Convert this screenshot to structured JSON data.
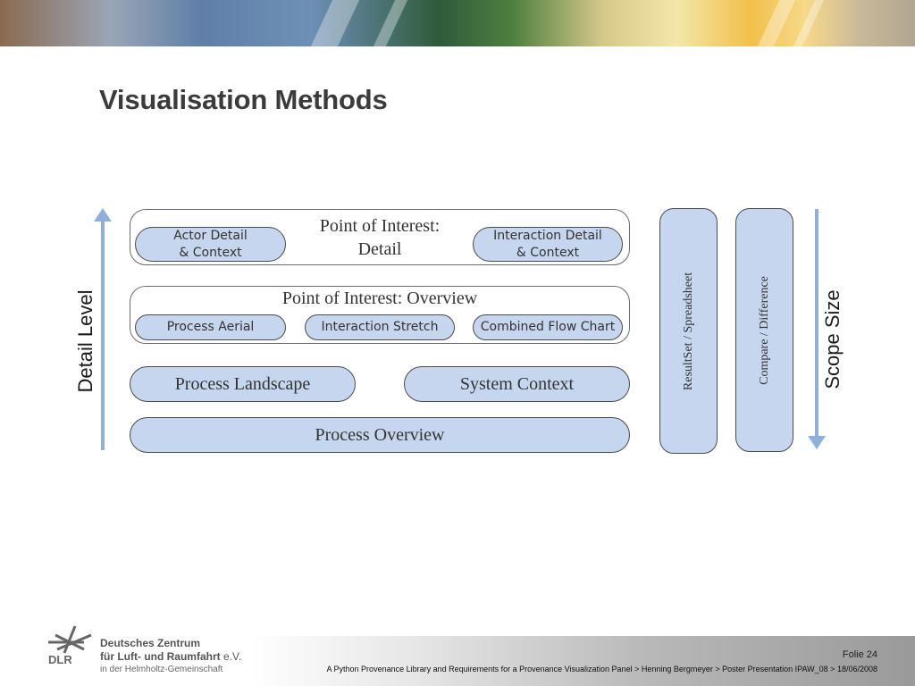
{
  "slide": {
    "title": "Visualisation Methods"
  },
  "diagram": {
    "detail_panel": {
      "title_line1": "Point of Interest:",
      "title_line2": "Detail",
      "left_item_line1": "Actor Detail",
      "left_item_line2": "& Context",
      "right_item_line1": "Interaction Detail",
      "right_item_line2": "& Context"
    },
    "overview_panel": {
      "title": "Point of Interest: Overview",
      "items": [
        "Process Aerial",
        "Interaction Stretch",
        "Combined Flow Chart"
      ]
    },
    "process_landscape": "Process Landscape",
    "system_context": "System Context",
    "process_overview": "Process Overview",
    "resultset_label": "ResultSet / Spreadsheet",
    "compare_label": "Compare / Difference",
    "detail_level_label": "Detail Level",
    "scope_size_label": "Scope Size",
    "colors": {
      "pill_fill": "#c6d6ee",
      "arrow": "#8fb0db"
    }
  },
  "footer": {
    "logo_text": "DLR",
    "org_line1": "Deutsches Zentrum",
    "org_line2": "für Luft- und Raumfahrt",
    "org_suffix": "e.V.",
    "org_line3": "in der Helmholtz-Gemeinschaft",
    "folie": "Folie 24",
    "text": "A Python Provenance Library and Requirements for a Provenance Visualization Panel > Henning Bergmeyer > Poster Presentation IPAW_08 > 18/06/2008"
  }
}
